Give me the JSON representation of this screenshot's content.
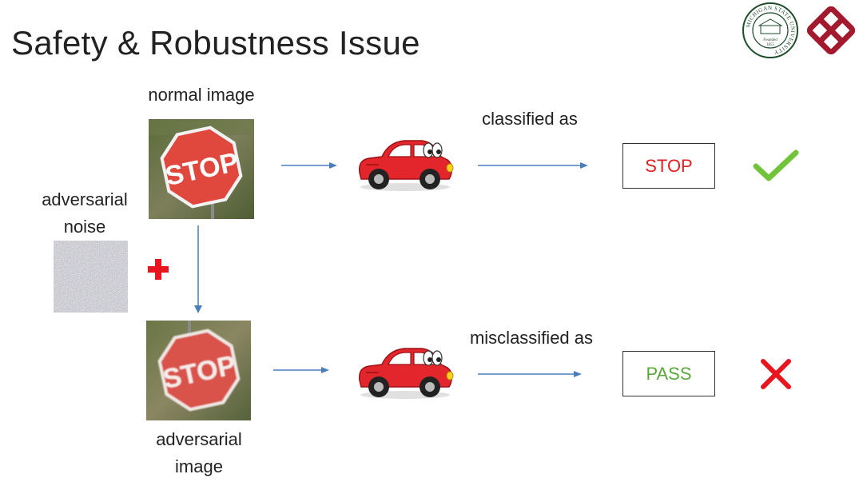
{
  "slide": {
    "title": "Safety & Robustness Issue"
  },
  "labels": {
    "normal_image": "normal image",
    "adversarial_noise_line1": "adversarial",
    "adversarial_noise_line2": "noise",
    "adversarial_image_line1": "adversarial",
    "adversarial_image_line2": "image",
    "classified_as": "classified as",
    "misclassified_as": "misclassified as"
  },
  "stop_sign": {
    "text": "STOP"
  },
  "logos": {
    "msu_seal_text": "MICHIGAN STATE UNIVERSITY",
    "msu_founded": "Founded",
    "msu_year": "1855"
  },
  "results": {
    "top": {
      "text": "STOP",
      "color": "#e02020"
    },
    "bottom": {
      "text": "PASS",
      "color": "#5aa83a"
    }
  },
  "colors": {
    "arrow": "#4a7ebb",
    "check": "#72c33a",
    "cross": "#e8141e",
    "plus": "#e8141e",
    "car": "#e3262b",
    "polyu": "#a3192e"
  },
  "icons": {
    "check": "check-icon",
    "cross": "cross-icon",
    "plus": "plus-icon",
    "car": "car-icon"
  }
}
